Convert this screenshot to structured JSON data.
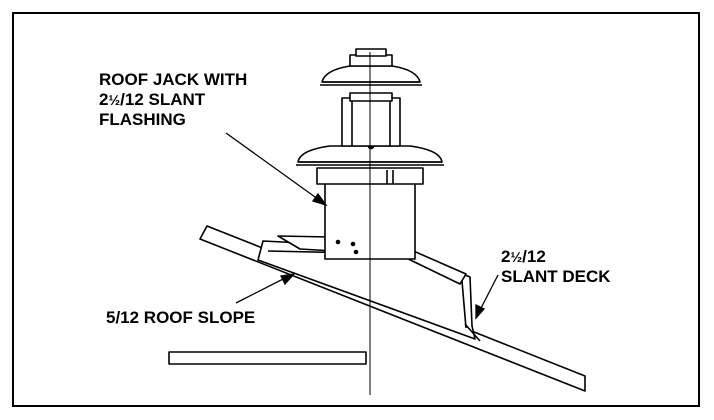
{
  "labels": {
    "roof_jack_line1": "ROOF JACK WITH",
    "roof_jack_line2_pre": "2",
    "roof_jack_line2_frac": "½",
    "roof_jack_line2_post": "/12 SLANT",
    "roof_jack_line3": "FLASHING",
    "slant_deck_line1_pre": "2",
    "slant_deck_line1_frac": "½",
    "slant_deck_line1_post": "/12",
    "slant_deck_line2": "SLANT DECK",
    "roof_slope": "5/12 ROOF SLOPE"
  },
  "colors": {
    "line": "#000000",
    "background": "#ffffff"
  }
}
